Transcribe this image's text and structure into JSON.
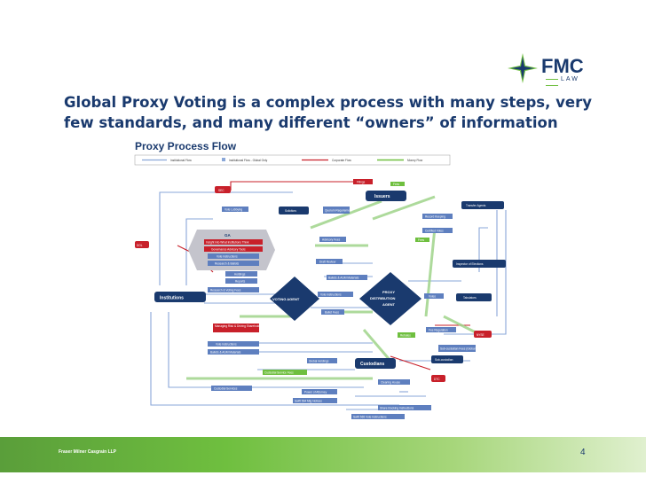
{
  "logo": {
    "name": "FMC",
    "sub": "LAW",
    "icon": "fmc-star-icon"
  },
  "slide": {
    "title": "Global Proxy Voting is a complex process with many steps, very few standards, and many different “owners” of information"
  },
  "diagram": {
    "title": "Proxy Process Flow",
    "legend": [
      "Institutional Flow",
      "Institutional Flow - Global Only",
      "Corporate Flow",
      "Money Flow"
    ],
    "nodes": {
      "institutions": "Institutions",
      "voting_agent": "VOTING AGENT",
      "proxy_agent": [
        "PROXY",
        "DISTRIBUTION",
        "AGENT"
      ],
      "issuers": "Issuers",
      "custodians": "Custodians",
      "sub_custodian": "Sub-custodian",
      "tabulators": "Tabulators",
      "transfer_agents": "Transfer Agents",
      "inspector": "Inspector of Elections",
      "solicitors": "Solicitors",
      "sec": "SEC",
      "dol": "DOL",
      "nyse": "NYSE",
      "dtc": "DTC",
      "ga": "GA"
    },
    "labels": [
      "Vote Lobbying",
      "Filings",
      "Fees",
      "Quorum Requirement",
      "Record Keeping",
      "Certified Votes",
      "Fees",
      "Insight into What Institutions Think",
      "Governance Advisory Tools",
      "Vote Instructions",
      "Research & Ballots",
      "Holdings",
      "Reports",
      "Research & Voting Fees",
      "Advisory Fees",
      "Draft Review",
      "Ballots & AGM Materials",
      "Vote Instructions",
      "Ballot Fees",
      "Managing Risk & Driving Shareholder Value",
      "Vote Instructions",
      "Ballots & AGM Materials",
      "Custodial Service Fees",
      "Global Holdings",
      "Custodial Services",
      "Power of Attorney",
      "Swift 564 Mtg Notices",
      "Share blocking Instructions",
      "Swift 565 Vote Instructions",
      "Clearing House",
      "Fee Regulation",
      "Votes",
      "Sub-custodian Fees (Global Only)",
      "Rebates"
    ]
  },
  "footer": {
    "firm": "Fraser Milner Casgrain LLP",
    "page": "4"
  },
  "colors": {
    "navy": "#1a3a6e",
    "green": "#6fbf3f",
    "red": "#c8202a",
    "blue_arrow": "#8aa7d8"
  }
}
